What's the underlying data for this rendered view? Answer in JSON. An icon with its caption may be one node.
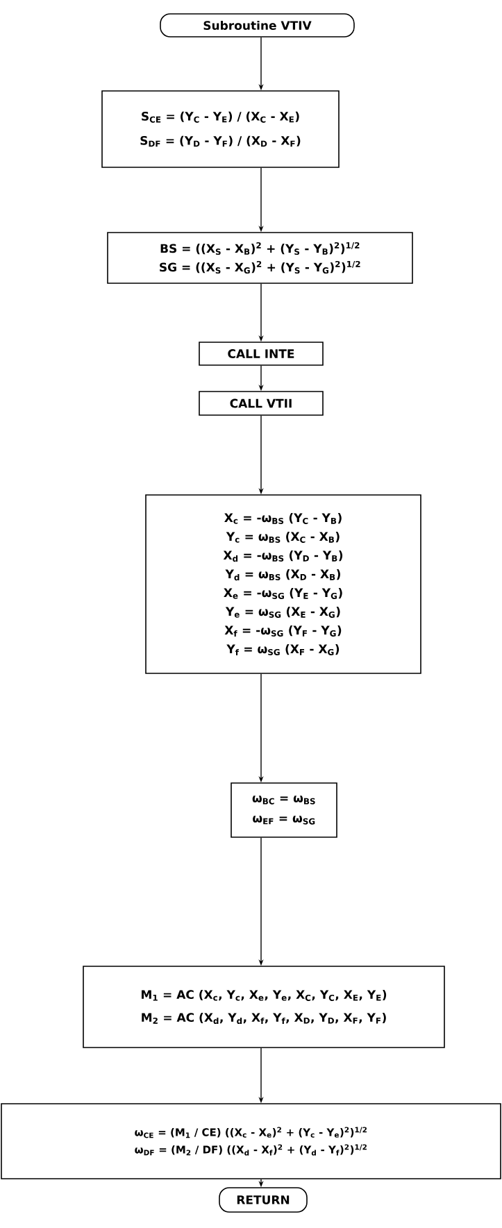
{
  "diagram": {
    "nodes": [
      {
        "text": [
          "Subroutine VTIV"
        ]
      },
      {
        "text": [
          "S$_{CE}$ = (Y$_{C}$ - Y$_{E}$) / (X$_{C}$ - X$_{E}$)",
          "S$_{DF}$ = (Y$_{D}$ - Y$_{F}$) / (X$_{D}$ - X$_{F}$)"
        ]
      },
      {
        "text": [
          "BS = ((X$_{S}$ - X$_{B}$)$^{2}$ + (Y$_{S}$ - Y$_{B}$)$^{2}$)$^{1/2}$",
          "SG = ((X$_{S}$ - X$_{G}$)$^{2}$ + (Y$_{S}$ - Y$_{G}$)$^{2}$)$^{1/2}$"
        ]
      },
      {
        "text": [
          "CALL INTE"
        ]
      },
      {
        "text": [
          "CALL VTII"
        ]
      },
      {
        "text": [
          "X$_{c}$ = -ω$_{BS}$ (Y$_{C}$ - Y$_{B}$)",
          "Y$_{c}$ = ω$_{BS}$ (X$_{C}$ - X$_{B}$)",
          "X$_{d}$ = -ω$_{BS}$ (Y$_{D}$ - Y$_{B}$)",
          "Y$_{d}$ = ω$_{BS}$ (X$_{D}$ - X$_{B}$)",
          "X$_{e}$ = -ω$_{SG}$ (Y$_{E}$ - Y$_{G}$)",
          "Y$_{e}$ = ω$_{SG}$ (X$_{E}$ - X$_{G}$)",
          "X$_{f}$ = -ω$_{SG}$ (Y$_{F}$ - Y$_{G}$)",
          "Y$_{f}$ = ω$_{SG}$ (X$_{F}$ - X$_{G}$)"
        ]
      },
      {
        "text": [
          "ω$_{BC}$ = ω$_{BS}$",
          "ω$_{EF}$ = ω$_{SG}$"
        ]
      },
      {
        "text": [
          "M$_{1}$ = AC (X$_{c}$, Y$_{c}$, X$_{e}$, Y$_{e}$, X$_{C}$, Y$_{C}$, X$_{E}$, Y$_{E}$)",
          "M$_{2}$ = AC (X$_{d}$, Y$_{d}$, X$_{f}$, Y$_{f}$, X$_{D}$, Y$_{D}$, X$_{F}$, Y$_{F}$)"
        ]
      },
      {
        "text": [
          "ω$_{CE}$ = (M$_{1}$ / CE) ((X$_{c}$ - X$_{e}$)$^{2}$ + (Y$_{c}$ - Y$_{e}$)$^{2}$)$^{1/2}$",
          "ω$_{DF}$ = (M$_{2}$ / DF) ((X$_{d}$ - X$_{f}$)$^{2}$ + (Y$_{d}$ - Y$_{f}$)$^{2}$)$^{1/2}$"
        ]
      },
      {
        "text": [
          "RETURN"
        ]
      }
    ],
    "edges": [
      {
        "from": 0,
        "to": 1,
        "arrow": "to"
      },
      {
        "from": 1,
        "to": 2,
        "arrow": "to"
      },
      {
        "from": 2,
        "to": 3,
        "arrow": "to"
      },
      {
        "from": 3,
        "to": 4,
        "arrow": "to"
      },
      {
        "from": 4,
        "to": 5,
        "arrow": "to"
      },
      {
        "from": 5,
        "to": 6,
        "arrow": "to"
      },
      {
        "from": 6,
        "to": 7,
        "arrow": "to"
      },
      {
        "from": 7,
        "to": 8,
        "arrow": "to"
      },
      {
        "from": 8,
        "to": 9,
        "arrow": "to"
      }
    ]
  }
}
